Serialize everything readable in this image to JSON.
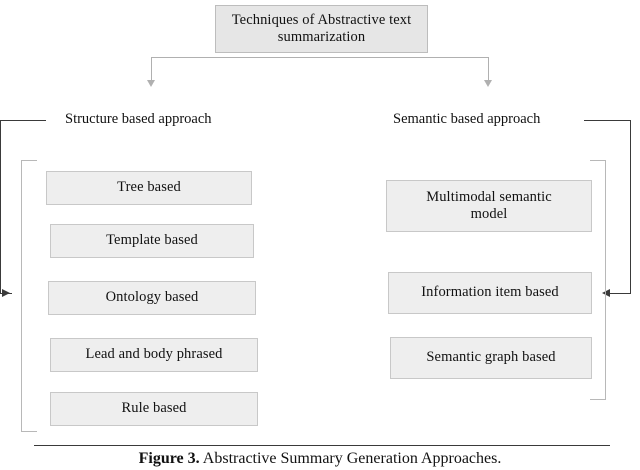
{
  "figure": {
    "root": {
      "label": "Techniques of Abstractive text summarization"
    },
    "branches": [
      {
        "id": "structure",
        "label": "Structure based approach"
      },
      {
        "id": "semantic",
        "label": "Semantic based approach"
      }
    ],
    "structure_nodes": [
      {
        "label": "Tree based"
      },
      {
        "label": "Template based"
      },
      {
        "label": "Ontology based"
      },
      {
        "label": "Lead and body phrased"
      },
      {
        "label": "Rule based"
      }
    ],
    "semantic_nodes": [
      {
        "label": "Multimodal semantic model"
      },
      {
        "label": "Information item based"
      },
      {
        "label": "Semantic graph based"
      }
    ],
    "caption": {
      "number": "Figure 3.",
      "text": "Abstractive Summary Generation Approaches."
    },
    "colors": {
      "node_fill": "#eeeeee",
      "node_border": "#c8c8c8",
      "root_fill": "#e6e6e6",
      "connector_light": "#b0b0b0",
      "connector_dark": "#3a3a3a",
      "text": "#111111",
      "background": "#ffffff"
    }
  }
}
